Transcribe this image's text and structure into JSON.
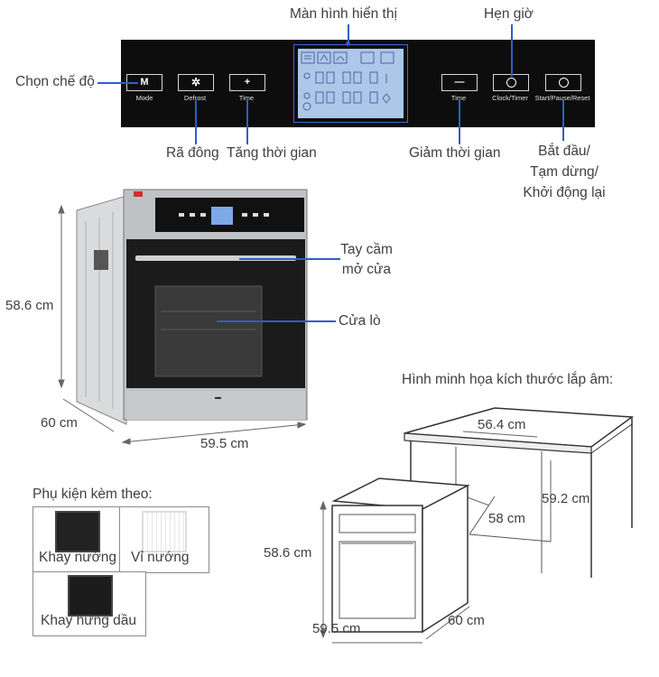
{
  "panel": {
    "mode_button": "M",
    "mode_caption": "Mode",
    "defrost_caption": "Defrost",
    "time_plus_caption": "Time",
    "time_minus_caption": "Time",
    "clock_caption": "Clock/Timer",
    "start_caption": "Start/Pause/Reset"
  },
  "callouts": {
    "display": "Màn hình hiển thị",
    "timer": "Hẹn giờ",
    "mode": "Chọn chế độ",
    "defrost": "Rã đông",
    "increase_time": "Tăng thời gian",
    "decrease_time": "Giảm thời gian",
    "start_line1": "Bắt đầu/",
    "start_line2": "Tạm dừng/",
    "start_line3": "Khởi động lại",
    "handle_line1": "Tay cầm",
    "handle_line2": "mở cửa",
    "door": "Cửa lò"
  },
  "oven_dims": {
    "height": "58.6 cm",
    "depth": "60 cm",
    "width": "59.5 cm"
  },
  "install": {
    "title": "Hình minh họa kích thước lắp âm:",
    "cabinet_width": "56.4 cm",
    "cabinet_height": "59.2 cm",
    "cabinet_depth": "58 cm",
    "oven_height": "58.6 cm",
    "oven_width": "59.5 cm",
    "oven_depth": "60 cm"
  },
  "accessories": {
    "title": "Phụ kiện kèm theo:",
    "items": [
      "Khay nướng",
      "Vỉ nướng",
      "Khay hứng dầu"
    ]
  },
  "colors": {
    "leader_blue": "#2f5fc4",
    "panel_black": "#0d0d0d",
    "lcd_blue": "#aec6e8",
    "steel": "#bfc2c4"
  }
}
